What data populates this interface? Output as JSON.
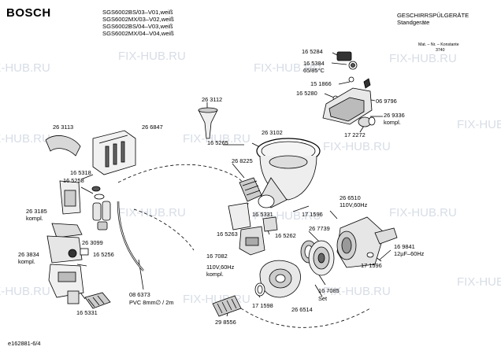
{
  "header": {
    "brand": "BOSCH",
    "models": [
      "SGS6002BS/03–V01,weiß",
      "SGS6002MX/03–V02,weiß",
      "SGS6002BS/04–V03,weiß",
      "SGS6002MX/04–V04,weiß"
    ],
    "category": "GESCHIRRSPÜLGERÄTE",
    "subcategory": "Standgeräte",
    "mat_nr": "Mat. – Nr. – Konstante",
    "mat_value": "3740"
  },
  "footer": {
    "code": "e162881-6/4"
  },
  "watermark": "FIX-HUB.RU",
  "parts": [
    {
      "id": "p_165284",
      "text": "16 5284"
    },
    {
      "id": "p_165384",
      "text": "16 5384"
    },
    {
      "id": "p_6585",
      "text": "65/85°C"
    },
    {
      "id": "p_151866",
      "text": "15 1866"
    },
    {
      "id": "p_165280",
      "text": "16 5280"
    },
    {
      "id": "p_069796",
      "text": "06 9796"
    },
    {
      "id": "p_269336",
      "text": "26 9336"
    },
    {
      "id": "p_kompl_a",
      "text": "kompl."
    },
    {
      "id": "p_172272",
      "text": "17 2272"
    },
    {
      "id": "p_263112",
      "text": "26 3112"
    },
    {
      "id": "p_263113",
      "text": "26 3113"
    },
    {
      "id": "p_266847",
      "text": "26 6847"
    },
    {
      "id": "p_165265",
      "text": "16 5265"
    },
    {
      "id": "p_263102",
      "text": "26 3102"
    },
    {
      "id": "p_268225",
      "text": "26 8225"
    },
    {
      "id": "p_165318",
      "text": "16 5318"
    },
    {
      "id": "p_165258",
      "text": "16 5258"
    },
    {
      "id": "p_263185",
      "text": "26 3185"
    },
    {
      "id": "p_kompl_b",
      "text": "kompl."
    },
    {
      "id": "p_263099",
      "text": "26 3099"
    },
    {
      "id": "p_263834",
      "text": "26 3834"
    },
    {
      "id": "p_kompl_c",
      "text": "kompl."
    },
    {
      "id": "p_165256",
      "text": "16 5256"
    },
    {
      "id": "p_165331a",
      "text": "16 5331"
    },
    {
      "id": "p_165263",
      "text": "16 5263"
    },
    {
      "id": "p_165262",
      "text": "16 5262"
    },
    {
      "id": "p_266510",
      "text": "26 6510"
    },
    {
      "id": "p_110v_a",
      "text": "110V,60Hz"
    },
    {
      "id": "p_171596a",
      "text": "17 1596"
    },
    {
      "id": "p_267739",
      "text": "26 7739"
    },
    {
      "id": "p_167082",
      "text": "16 7082"
    },
    {
      "id": "p_110v_b",
      "text": "110V,60Hz"
    },
    {
      "id": "p_kompl_d",
      "text": "kompl."
    },
    {
      "id": "p_171596b",
      "text": "17 1596"
    },
    {
      "id": "p_169841",
      "text": "16 9841"
    },
    {
      "id": "p_12uf",
      "text": "12µF–60Hz"
    },
    {
      "id": "p_086373",
      "text": "08 6373"
    },
    {
      "id": "p_pvc",
      "text": "PVC 8mm∅ / 2m"
    },
    {
      "id": "p_167085",
      "text": "16 7085"
    },
    {
      "id": "p_set",
      "text": "Set"
    },
    {
      "id": "p_165331b",
      "text": "16 5331"
    },
    {
      "id": "p_298556",
      "text": "29 8556"
    },
    {
      "id": "p_171598",
      "text": "17 1598"
    },
    {
      "id": "p_266514",
      "text": "26 6514"
    }
  ]
}
